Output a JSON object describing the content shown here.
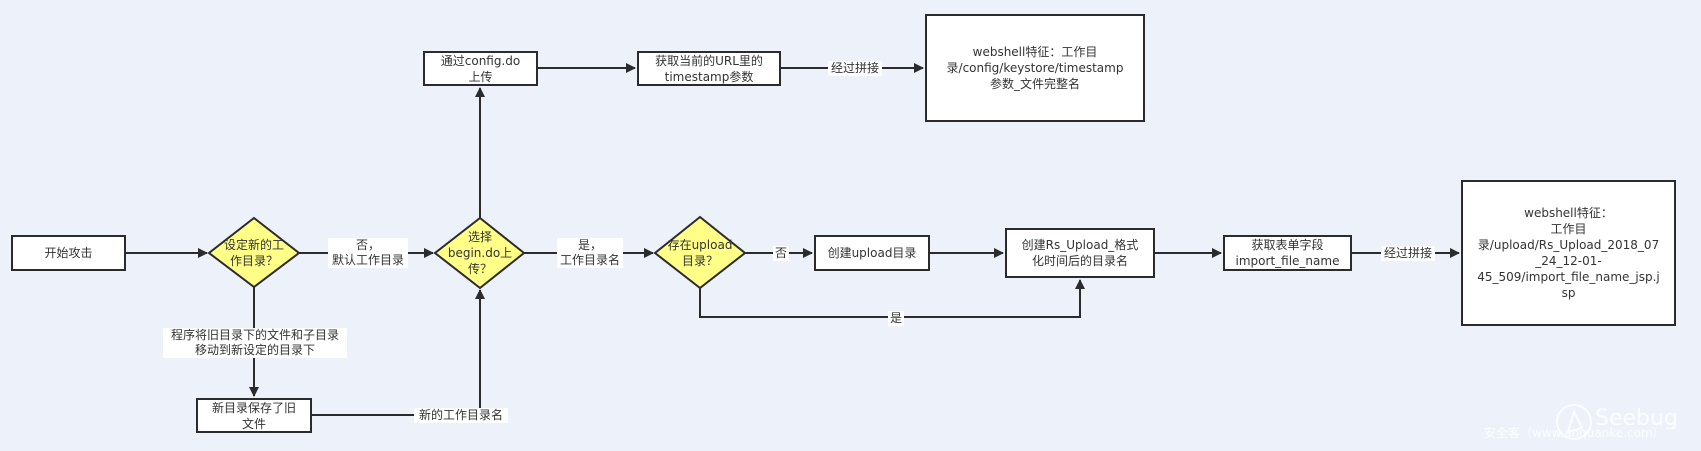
{
  "diagram": {
    "title": "webshell attack flow",
    "colors": {
      "background": "#edf2fa",
      "decision_fill": "#ffff88",
      "process_fill": "#ffffff",
      "stroke": "#2b2b2b"
    },
    "nodes": {
      "start": "开始攻击",
      "decision_new_dir": "设定新的工\n作目录？",
      "new_dir_saved": "新目录保存了旧\n文件",
      "decision_begin_do": "选择\nbegin.do上\n传？",
      "config_do_upload": "通过config.do\n上传",
      "get_timestamp": "获取当前的URL里的\ntimestamp参数",
      "result_config": "webshell特征：工作目\n录/config/keystore/timestamp\n参数_文件完整名",
      "decision_upload_exists": "存在upload\n目录？",
      "create_upload_dir": "创建upload目录",
      "create_rs_upload": "创建Rs_Upload_格式\n化时间后的目录名",
      "get_form_field": "获取表单字段\nimport_file_name",
      "result_upload": "webshell特征：\n工作目\n录/upload/Rs_Upload_2018_07\n_24_12-01-\n45_509/import_file_name_jsp.j\nsp"
    },
    "edge_labels": {
      "no_default_dir": "否，\n默认工作目录",
      "move_files": "程序将旧目录下的文件和子目录\n移动到新设定的目录下",
      "new_dir_name": "新的工作目录名",
      "yes_dir_name": "是，\n工作目录名",
      "concat_1": "经过拼接",
      "no": "否",
      "yes": "是",
      "concat_2": "经过拼接"
    },
    "watermark": {
      "brand": "Seebug",
      "site": "安全客（www.anquanke.com）"
    }
  }
}
